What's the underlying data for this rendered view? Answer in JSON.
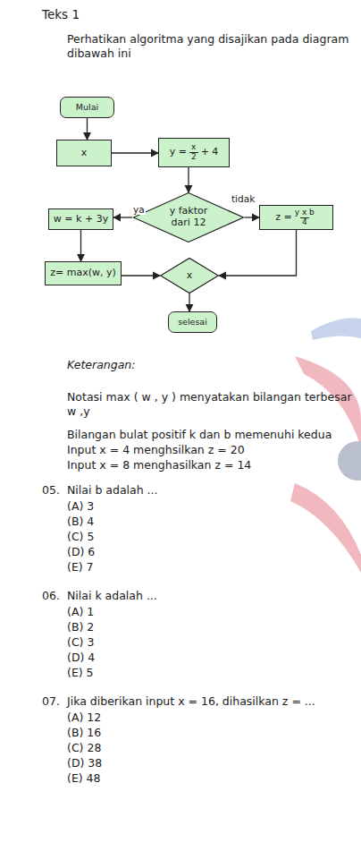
{
  "diagram": {
    "title": "Teks 1",
    "nodes": [
      {
        "text": [
          "Mulai"
        ]
      },
      {
        "text": [
          "x"
        ]
      },
      {
        "text": [
          "y =",
          "x",
          "2",
          "+ 4"
        ]
      },
      {
        "text": [
          "y faktor dari 12"
        ]
      },
      {
        "text": [
          "w = k + 3y"
        ]
      },
      {
        "text": [
          "z =",
          "y x b",
          "4"
        ]
      },
      {
        "text": [
          "z= max(w, y)"
        ]
      },
      {
        "text": [
          "x"
        ]
      },
      {
        "text": [
          "selesai"
        ]
      }
    ],
    "edges": [
      {
        "from": 0,
        "to": 1,
        "arrow": "to"
      },
      {
        "from": 1,
        "to": 2,
        "arrow": "to"
      },
      {
        "from": 2,
        "to": 3,
        "arrow": "to"
      },
      {
        "from": 3,
        "to": 4,
        "label": "ya",
        "arrow": "to"
      },
      {
        "from": 3,
        "to": 5,
        "label": "tidak",
        "arrow": "to"
      },
      {
        "from": 4,
        "to": 6,
        "arrow": "to"
      },
      {
        "from": 6,
        "to": 7,
        "arrow": "to"
      },
      {
        "from": 5,
        "to": 7,
        "arrow": "to"
      },
      {
        "from": 7,
        "to": 8,
        "arrow": "to"
      }
    ],
    "labels": [
      "Perhatikan algoritma yang disajikan pada diagram dibawah ini",
      "Keterangan:",
      "Notasi max ( w , y ) menyatakan bilangan terbesar w ,y",
      "Bilangan bulat positif k dan b memenuhi kedua",
      "Input x = 4 menghsilkan z = 20",
      "Input x = 8 menghasilkan z = 14",
      "05.",
      "Nilai b adalah ...",
      "(A) 3",
      "(B) 4",
      "(C) 5",
      "(D) 6",
      "(E) 7",
      "06.",
      "Nilai k adalah ...",
      "(A) 1",
      "(B) 2",
      "(C) 3",
      "(D) 4",
      "(E) 5",
      "07.",
      "Jika diberikan input x = 16, dihasilkan z = ...",
      "(A) 12",
      "(B) 16",
      "(C) 28",
      "(D) 38",
      "(E) 48"
    ]
  }
}
